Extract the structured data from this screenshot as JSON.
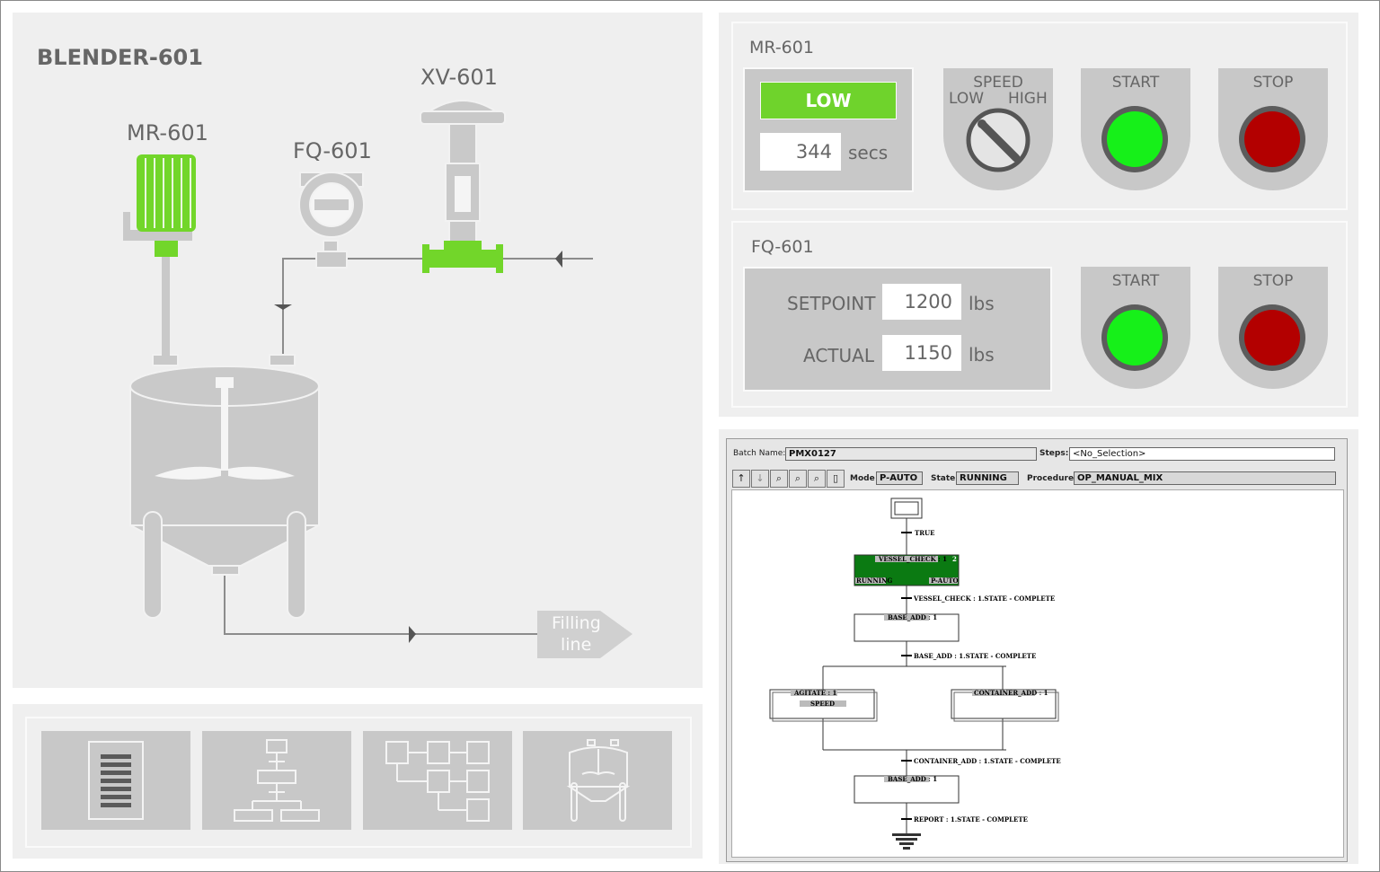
{
  "unit_title": "BLENDER-601",
  "diagram": {
    "mixer_label": "MR-601",
    "flow_meter_label": "FQ-601",
    "valve_label": "XV-601",
    "filling_line_label_1": "Filling",
    "filling_line_label_2": "line",
    "colors": {
      "active": "#72d62a",
      "equipment": "#c9c9c9",
      "pipe": "#8c8c8c"
    }
  },
  "mixer_panel": {
    "title": "MR-601",
    "status": "LOW",
    "time_value": "344",
    "time_unit": "secs",
    "speed_label": "SPEED",
    "speed_low": "LOW",
    "speed_high": "HIGH",
    "start_label": "START",
    "stop_label": "STOP"
  },
  "flow_panel": {
    "title": "FQ-601",
    "setpoint_label": "SETPOINT",
    "setpoint_value": "1200",
    "setpoint_unit": "lbs",
    "actual_label": "ACTUAL",
    "actual_value": "1150",
    "actual_unit": "lbs",
    "start_label": "START",
    "stop_label": "STOP"
  },
  "batch": {
    "batch_name_label": "Batch Name:",
    "batch_name": "PMX0127",
    "steps_label": "Steps:",
    "steps_value": "<No_Selection>",
    "mode_label": "Mode",
    "mode_value": "P-AUTO",
    "state_label": "State",
    "state_value": "RUNNING",
    "procedure_label": "Procedure",
    "procedure_value": "OP_MANUAL_MIX",
    "toolbar_icons": [
      "arrow-up-icon",
      "arrow-down-icon",
      "zoom-fit-icon",
      "zoom-in-icon",
      "zoom-out-icon",
      "page-icon"
    ],
    "sfc": {
      "t1": "TRUE",
      "step1_name": "VESSEL_CHECK : 1",
      "step1_num": "2",
      "step1_state": "RUNNING",
      "step1_mode": "P-AUTO",
      "t2": "VESSEL_CHECK : 1.STATE - COMPLETE",
      "step2_name": "BASE_ADD : 1",
      "t3": "BASE_ADD : 1.STATE - COMPLETE",
      "step3a_name": "AGITATE : 1",
      "step3a_param": "SPEED",
      "step3b_name": "CONTAINER_ADD : 1",
      "t4": "CONTAINER_ADD : 1.STATE - COMPLETE",
      "step4_name": "BASE_ADD : 1",
      "t5": "REPORT : 1.STATE - COMPLETE",
      "colors": {
        "running": "#0b7a12"
      }
    }
  },
  "nav": {
    "buttons": [
      "list-view-icon",
      "procedure-tree-icon",
      "hierarchy-icon",
      "tank-view-icon"
    ]
  }
}
